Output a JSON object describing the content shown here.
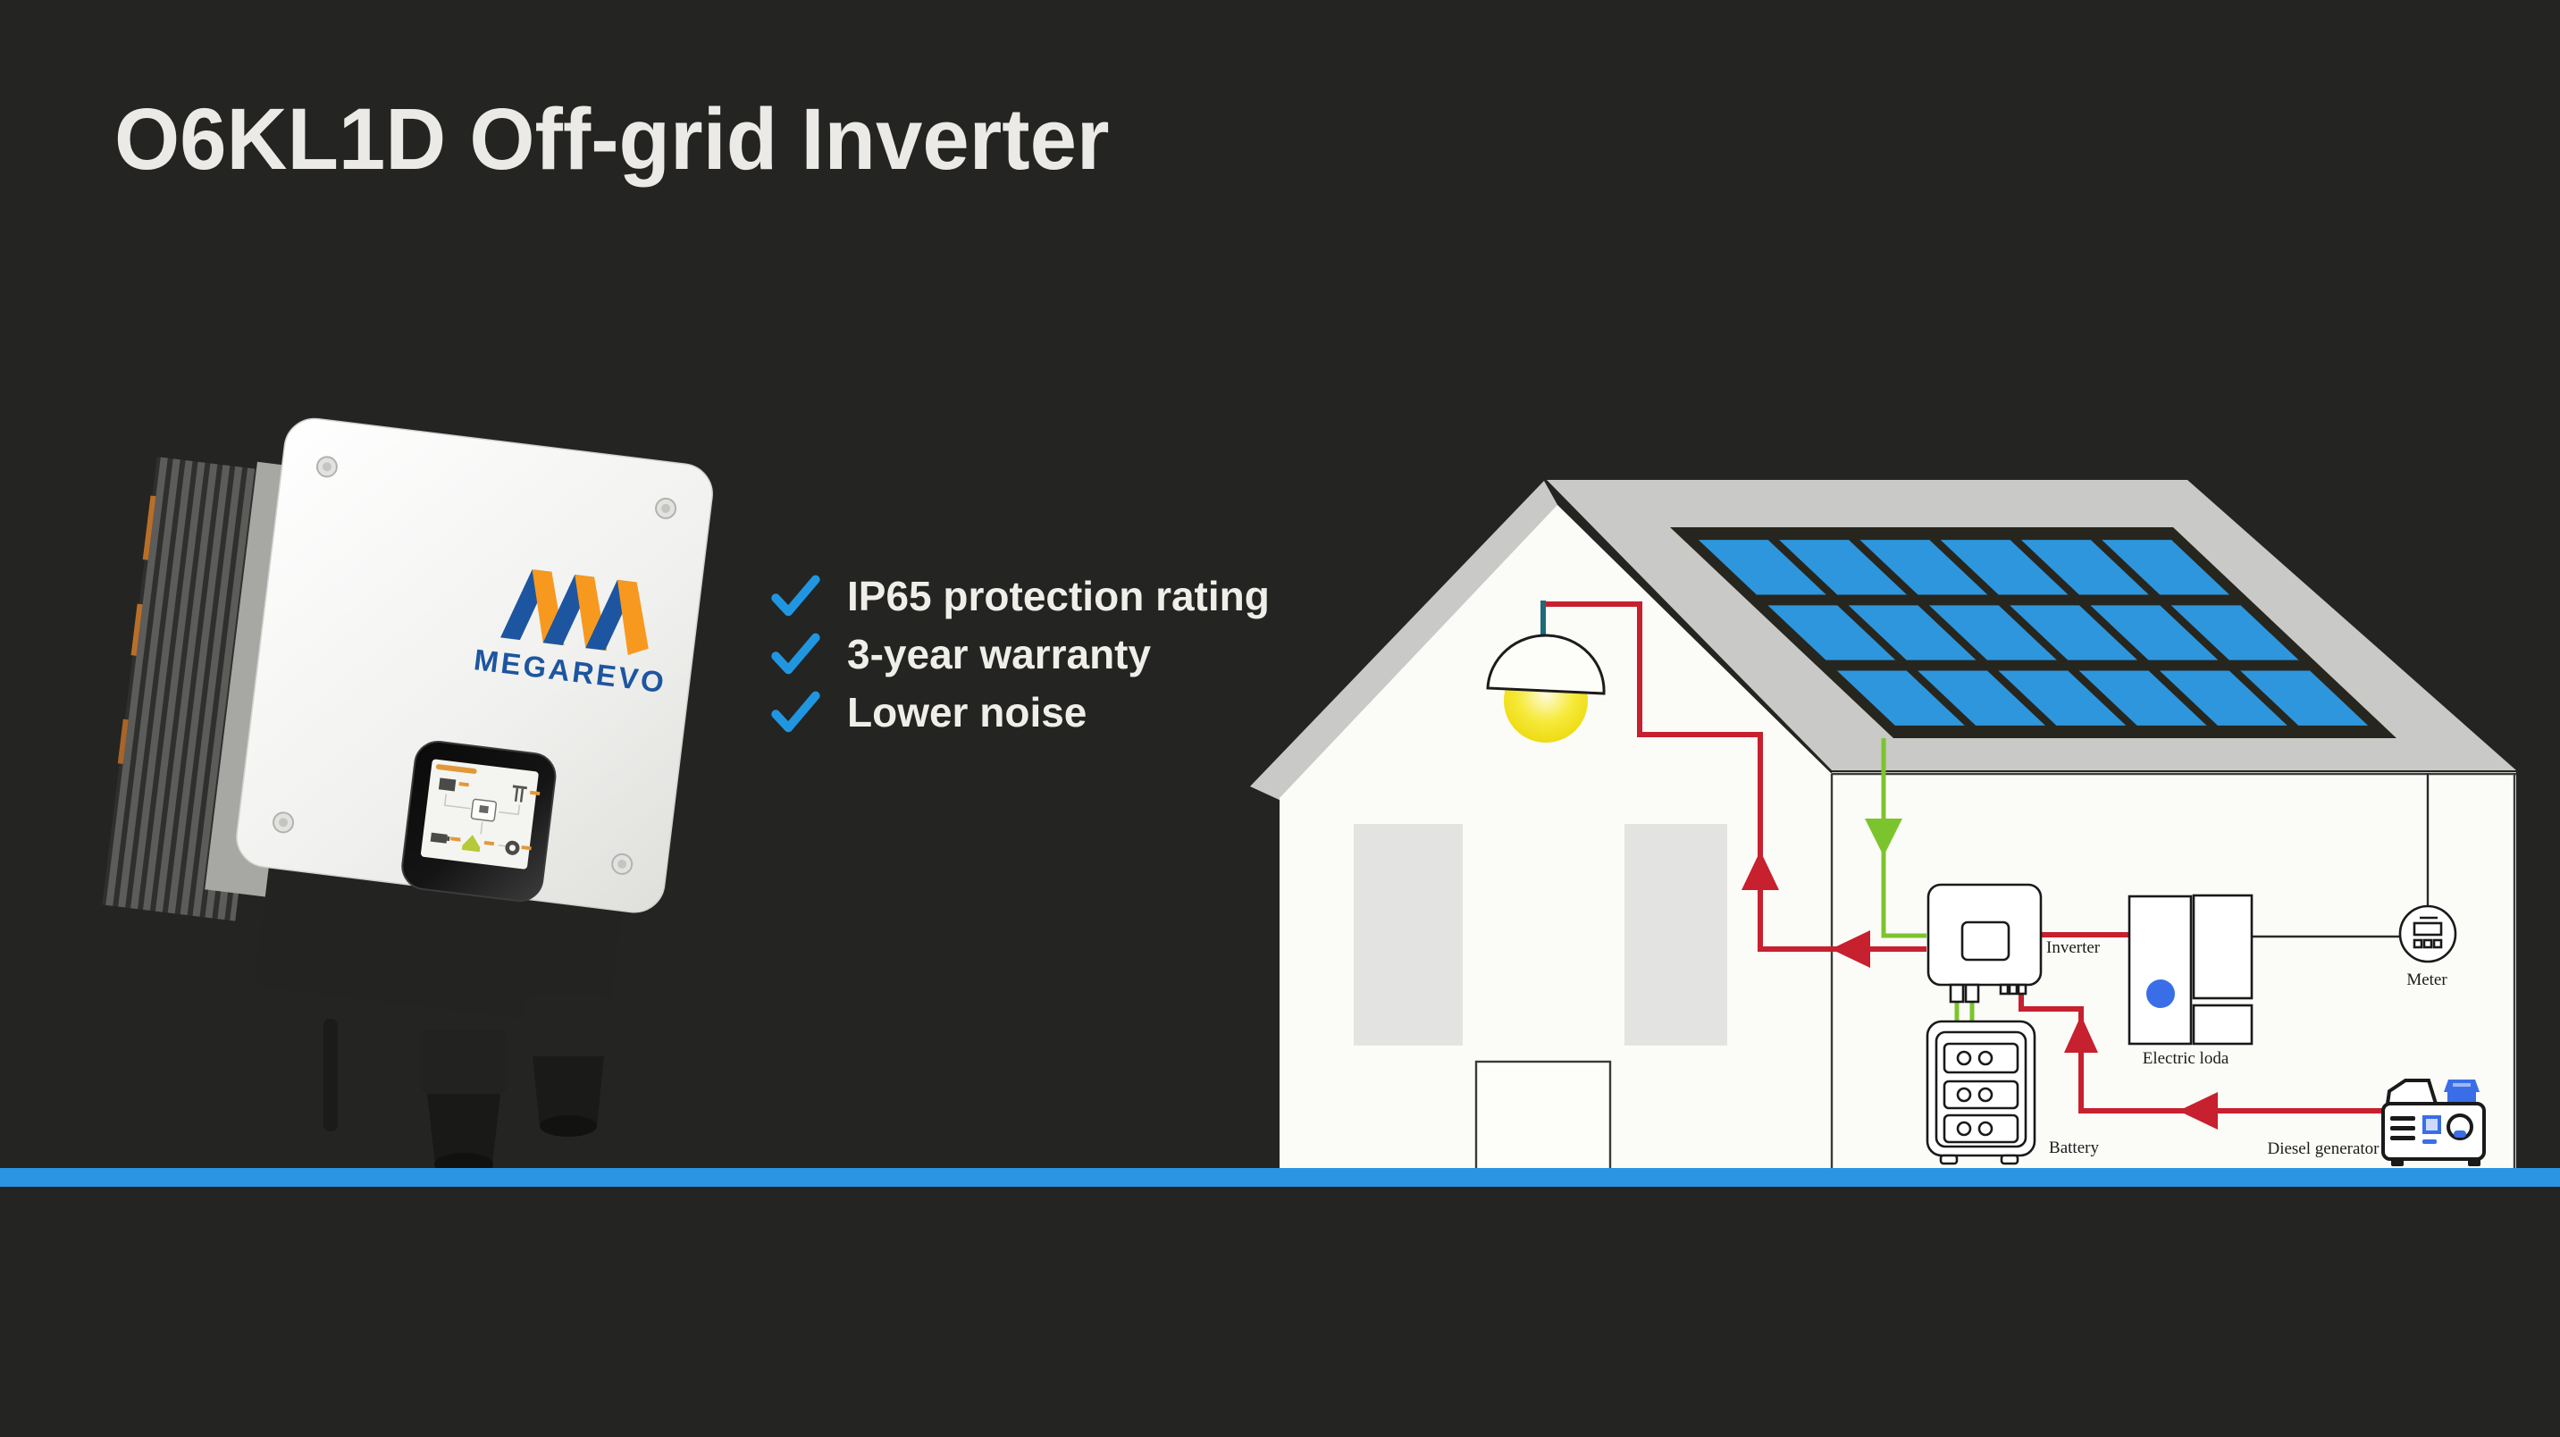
{
  "title": "O6KL1D Off-grid Inverter",
  "features": [
    {
      "label": "IP65 protection rating"
    },
    {
      "label": "3-year warranty"
    },
    {
      "label": "Lower noise"
    }
  ],
  "product": {
    "logo_text": "MEGAREVO"
  },
  "diagram": {
    "labels": {
      "inverter": "Inverter",
      "electric_load": "Electric loda",
      "meter": "Meter",
      "battery": "Battery",
      "diesel_generator": "Diesel generator"
    }
  },
  "house": {
    "solar": {
      "rows": 3,
      "cols": 6
    }
  },
  "colors": {
    "bg": "#242422",
    "title-text": "#ebeae6",
    "feature-text": "#efeee9",
    "check-blue": "#2196e0",
    "bar-blue": "#2a95e2",
    "roof-gray": "#c9c9c7",
    "house-white": "#fbfbf8",
    "window-gray": "#e3e3e2",
    "panel-dark": "#26261f",
    "solar-blue": "#2e96dc",
    "wire-red": "#c7202e",
    "wire-green": "#7cc42e",
    "icon-blue": "#3a6ee8",
    "logo-blue": "#1d55a0",
    "logo-orange": "#f7991f",
    "teal": "#1d6a78",
    "label-dark": "#1c1c1c"
  }
}
